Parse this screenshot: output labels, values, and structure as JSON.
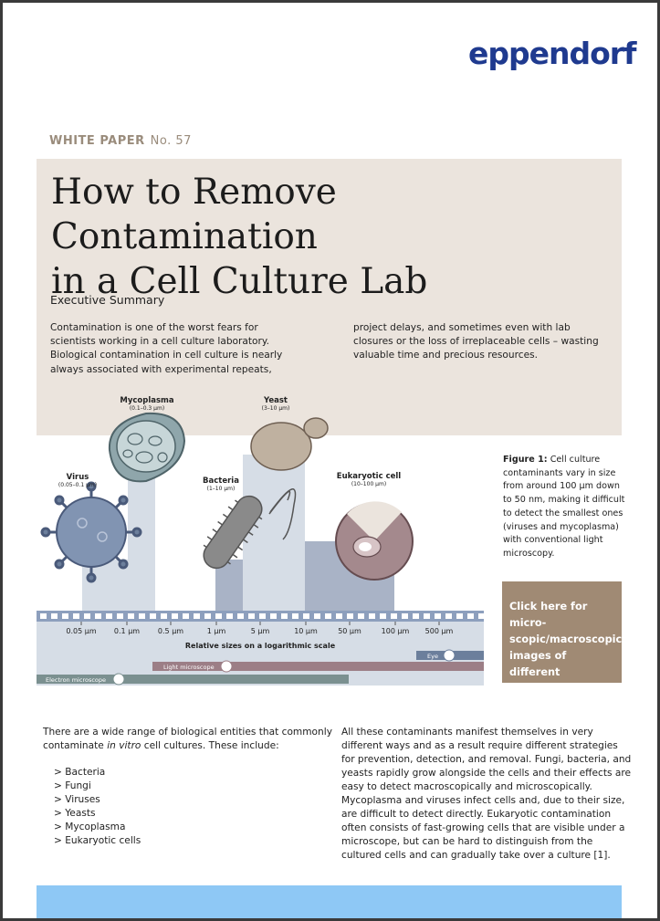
{
  "header": {
    "logo": "eppendorf",
    "series_label": "WHITE PAPER",
    "series_number": "No. 57"
  },
  "title_line1": "How to Remove Contamination",
  "title_line2": "in a Cell Culture Lab",
  "executive_summary": {
    "heading": "Executive Summary",
    "left": "Contamination is one of the worst fears for scientists working in a cell culture laboratory. Biological contamination in cell culture is nearly always associated with experimental repeats,",
    "right": "project delays, and sometimes even with lab closures or the loss of irreplaceable cells – wasting valuable time and precious resources."
  },
  "figure": {
    "organisms": [
      {
        "name": "Virus",
        "size": "(0.05–0.1 µm)"
      },
      {
        "name": "Mycoplasma",
        "size": "(0.1–0.3 µm)"
      },
      {
        "name": "Bacteria",
        "size": "(1–10 µm)"
      },
      {
        "name": "Yeast",
        "size": "(3–10 µm)"
      },
      {
        "name": "Eukaryotic cell",
        "size": "(10–100 µm)"
      }
    ],
    "scale_ticks": [
      "0.05 µm",
      "0.1 µm",
      "0.5 µm",
      "1 µm",
      "5 µm",
      "10 µm",
      "50 µm",
      "100 µm",
      "500 µm"
    ],
    "scale_label": "Relative sizes on a logarithmic scale",
    "bars": {
      "eye": "Eye",
      "light": "Light microscope",
      "electron": "Electron microscope"
    },
    "caption_label": "Figure 1:",
    "caption_text": "Cell culture contaminants vary in size from around 100 µm down to 50 nm, making it difficult to detect the smallest ones (viruses and mycoplasma) with conventional light microscopy.",
    "colors": {
      "column": "#d6dde6",
      "column_dark": "#a9b3c6",
      "scale_bar": "#8d9fbd",
      "electron_bar": "#7b9090",
      "light_bar": "#9c7e86",
      "eye_bar": "#6c7f9c"
    }
  },
  "cta": {
    "label": "Click here for micro-scopic/macroscopic images of different contamination types"
  },
  "body": {
    "left_intro_pre": "There are a wide range of biological entities that commonly contaminate ",
    "left_intro_em": "in vitro",
    "left_intro_post": " cell cultures. These include:",
    "list": [
      "> Bacteria",
      "> Fungi",
      "> Viruses",
      "> Yeasts",
      "> Mycoplasma",
      "> Eukaryotic cells"
    ],
    "right": "All these contaminants manifest themselves in very different ways and as a result require different strategies for prevention, detection, and removal. Fungi, bacteria, and yeasts rapidly grow alongside the cells and their effects are easy to detect macroscopically and microscopically. Mycoplasma and viruses infect cells and, due to their size, are difficult to detect directly. Eukaryotic contamination often consists of fast-growing cells that are visible under a microscope, but can be hard to distinguish from the cultured cells and can gradually take over a culture [1]."
  }
}
